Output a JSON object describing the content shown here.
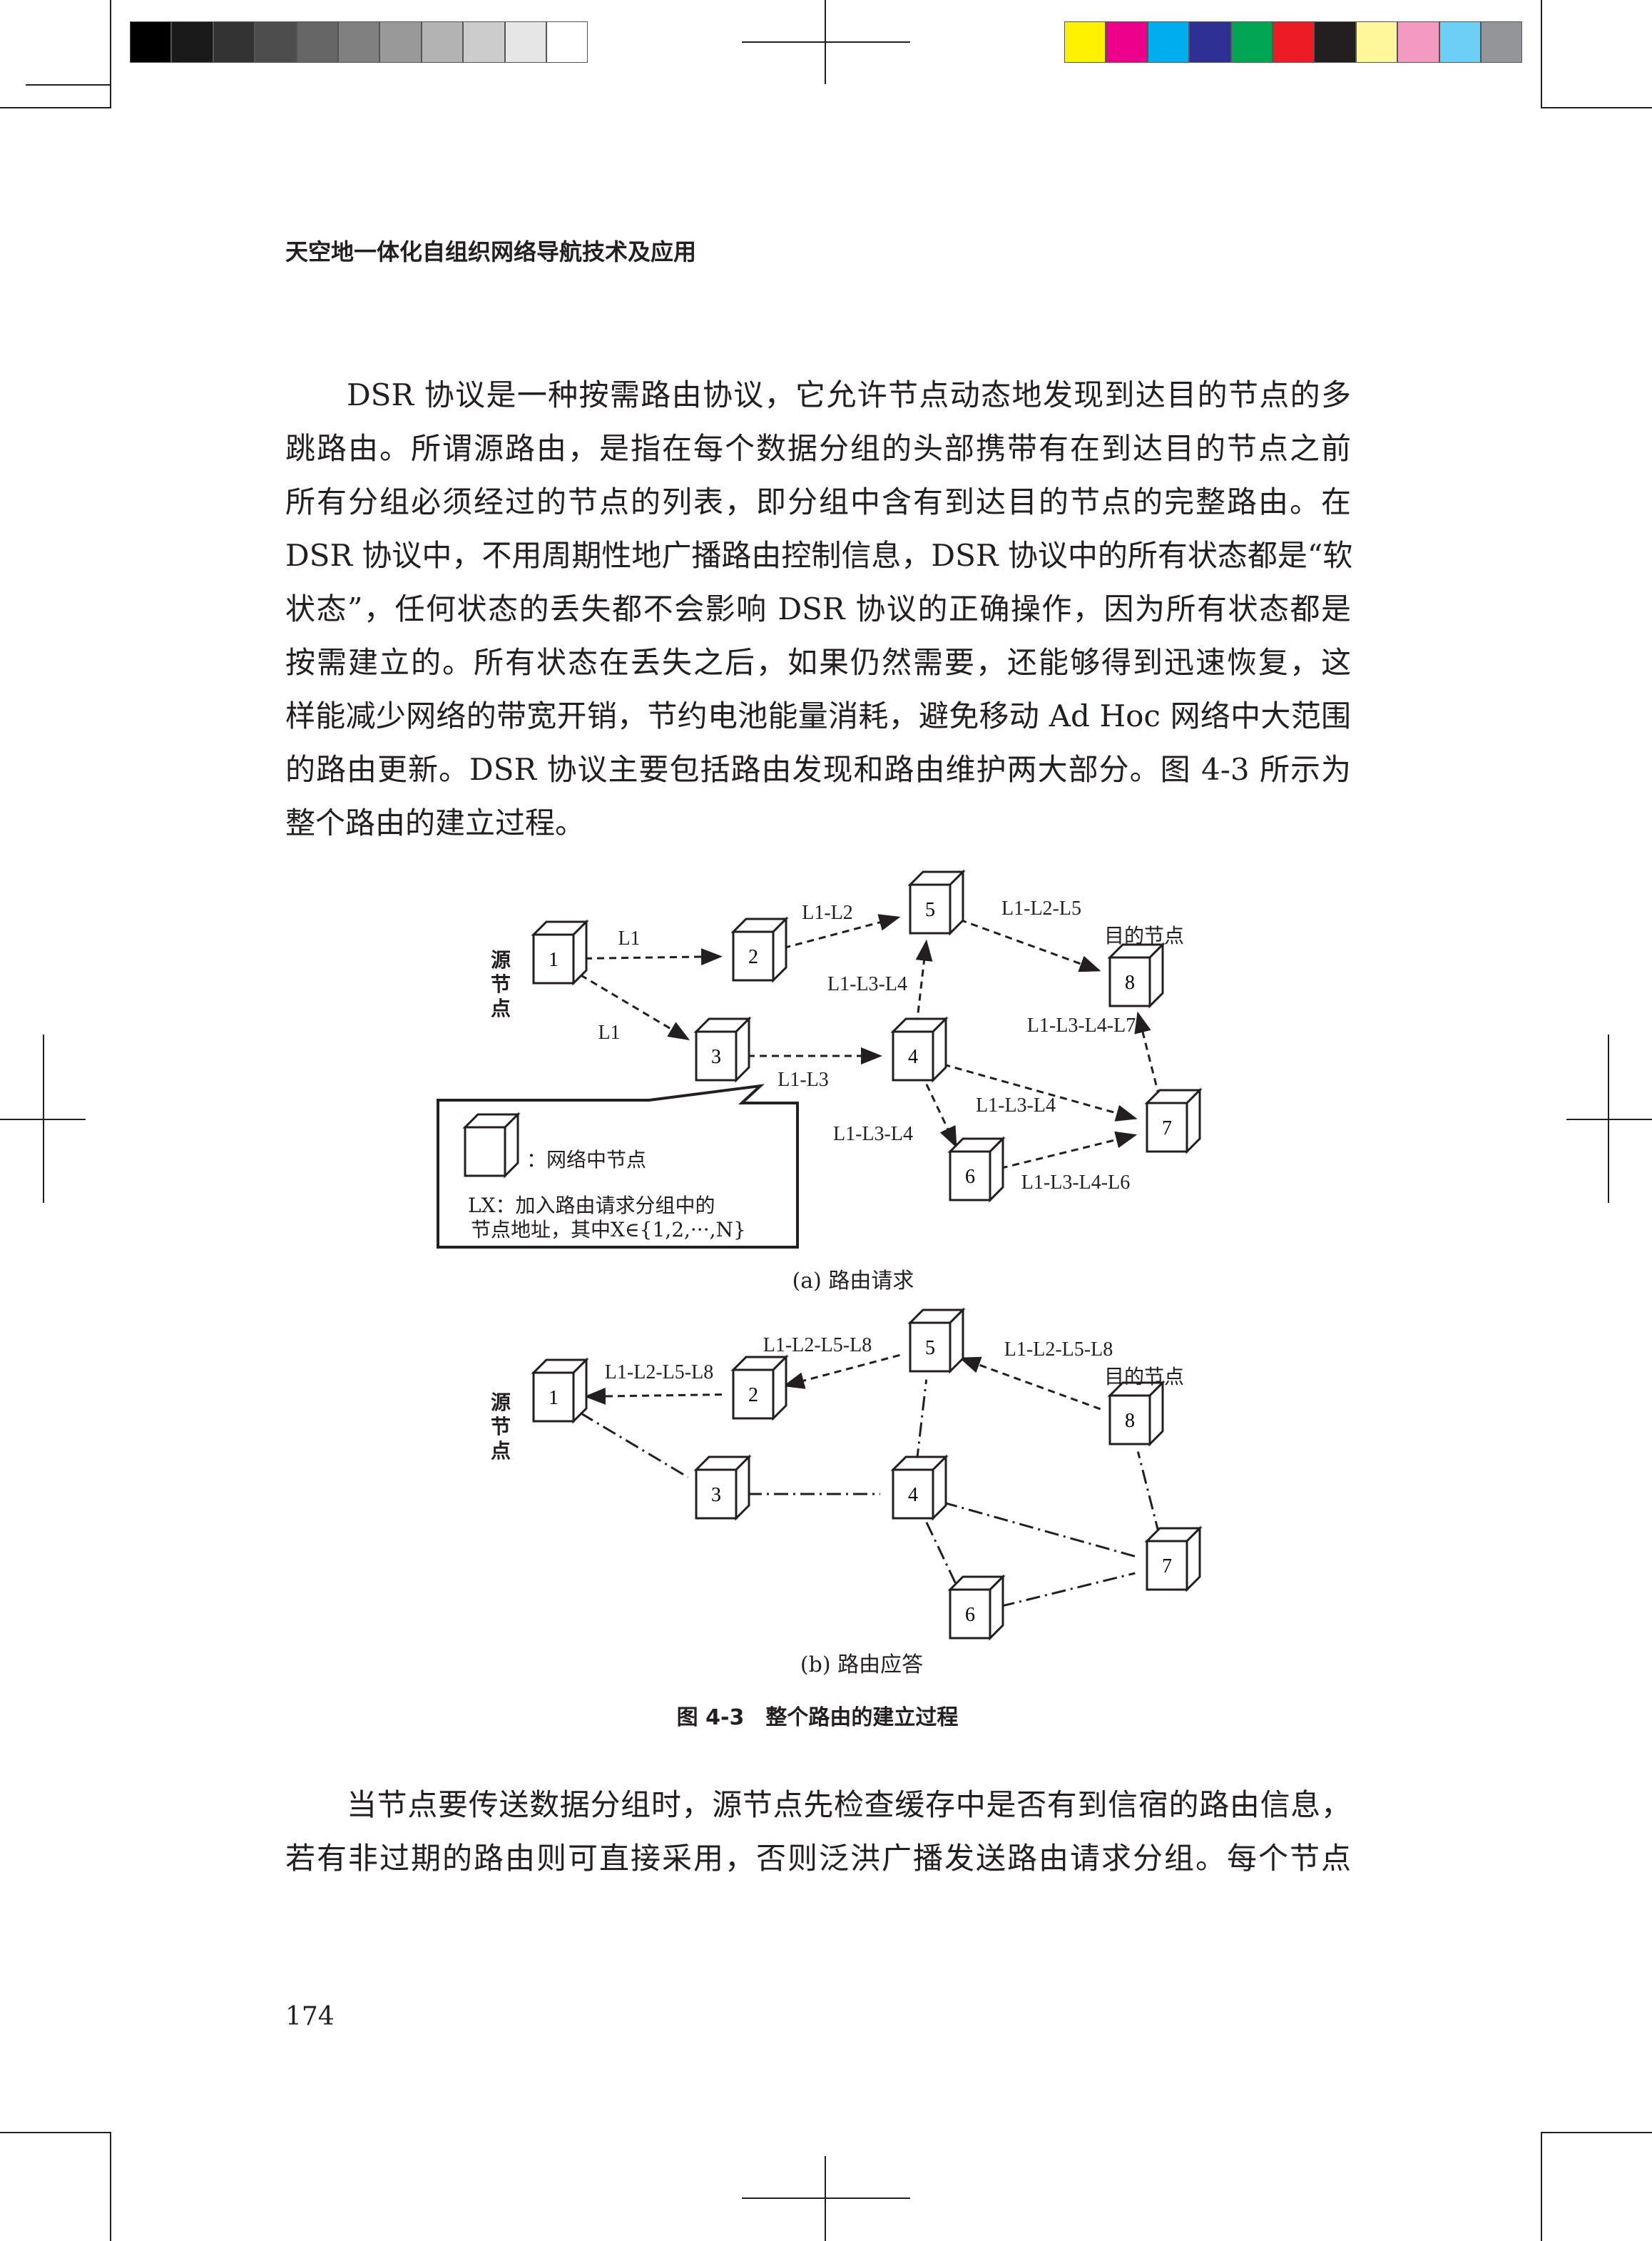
{
  "color_bars": {
    "grays": [
      "#000000",
      "#1a1a1a",
      "#333333",
      "#4d4d4d",
      "#666666",
      "#808080",
      "#999999",
      "#b3b3b3",
      "#cccccc",
      "#e6e6e6",
      "#ffffff"
    ],
    "colors": [
      "#fff200",
      "#ec008c",
      "#00aeef",
      "#2e3192",
      "#00a651",
      "#ed1c24",
      "#231f20",
      "#fff799",
      "#f49ac1",
      "#6dcff6",
      "#939598"
    ]
  },
  "header": {
    "title": "天空地一体化自组织网络导航技术及应用"
  },
  "paragraph1": [
    "DSR 协议是一种按需路由协议，它允许节点动态地发现到达目的节点的多",
    "跳路由。所谓源路由，是指在每个数据分组的头部携带有在到达目的节点之前",
    "所有分组必须经过的节点的列表，即分组中含有到达目的节点的完整路由。在",
    "DSR 协议中，不用周期性地广播路由控制信息，DSR 协议中的所有状态都是“软",
    "状态”，任何状态的丢失都不会影响 DSR 协议的正确操作，因为所有状态都是",
    "按需建立的。所有状态在丢失之后，如果仍然需要，还能够得到迅速恢复，这",
    "样能减少网络的带宽开销，节约电池能量消耗，避免移动 Ad Hoc 网络中大范围",
    "的路由更新。DSR 协议主要包括路由发现和路由维护两大部分。图 4-3 所示为",
    "整个路由的建立过程。"
  ],
  "figure": {
    "source_label": "源节点",
    "dest_label": "目的节点",
    "nodes": [
      "1",
      "2",
      "3",
      "4",
      "5",
      "6",
      "7",
      "8"
    ],
    "diagram_a": {
      "caption": "(a) 路由请求",
      "edges": [
        {
          "from": "1",
          "to": "2",
          "style": "dash",
          "arrow": true
        },
        {
          "from": "2",
          "to": "5",
          "style": "dash",
          "arrow": true
        },
        {
          "from": "5",
          "to": "8",
          "style": "dash",
          "arrow": true
        },
        {
          "from": "1",
          "to": "3",
          "style": "dash",
          "arrow": true
        },
        {
          "from": "3",
          "to": "4",
          "style": "dash",
          "arrow": true
        },
        {
          "from": "4",
          "to": "5",
          "style": "dash",
          "arrow": true
        },
        {
          "from": "4",
          "to": "7",
          "style": "dash",
          "arrow": true
        },
        {
          "from": "4",
          "to": "6",
          "style": "dash",
          "arrow": true
        },
        {
          "from": "6",
          "to": "7",
          "style": "dash",
          "arrow": true
        },
        {
          "from": "7",
          "to": "8",
          "style": "dash",
          "arrow": true
        }
      ],
      "edge_labels": [
        "L1",
        "L1-L2",
        "L1-L2-L5",
        "L1-L3-L4",
        "L1",
        "L1-L3-L4-L7",
        "L1-L3",
        "L1-L3-L4",
        "L1-L3-L4",
        "L1-L3-L4-L6"
      ],
      "legend": {
        "node_meaning": "：网络中节点",
        "lx_line1": "LX：加入路由请求分组中的",
        "lx_line2": "节点地址，其中X∈{1,2,···,N}"
      }
    },
    "diagram_b": {
      "caption": "(b) 路由应答",
      "edges": [
        {
          "from": "2",
          "to": "1",
          "style": "dash",
          "arrow": true
        },
        {
          "from": "5",
          "to": "2",
          "style": "dash",
          "arrow": true
        },
        {
          "from": "8",
          "to": "5",
          "style": "dash",
          "arrow": true
        },
        {
          "from": "1",
          "to": "3",
          "style": "dashdot",
          "arrow": false
        },
        {
          "from": "3",
          "to": "4",
          "style": "dashdot",
          "arrow": false
        },
        {
          "from": "4",
          "to": "5",
          "style": "dashdot",
          "arrow": false
        },
        {
          "from": "4",
          "to": "7",
          "style": "dashdot",
          "arrow": false
        },
        {
          "from": "4",
          "to": "6",
          "style": "dashdot",
          "arrow": false
        },
        {
          "from": "6",
          "to": "7",
          "style": "dashdot",
          "arrow": false
        },
        {
          "from": "7",
          "to": "8",
          "style": "dashdot",
          "arrow": false
        }
      ],
      "edge_labels": [
        "L1-L2-L5-L8",
        "L1-L2-L5-L8",
        "L1-L2-L5-L8"
      ]
    },
    "title": "图 4-3　整个路由的建立过程"
  },
  "paragraph2": [
    "当节点要传送数据分组时，源节点先检查缓存中是否有到信宿的路由信息，",
    "若有非过期的路由则可直接采用，否则泛洪广播发送路由请求分组。每个节点"
  ],
  "page_number": "174"
}
